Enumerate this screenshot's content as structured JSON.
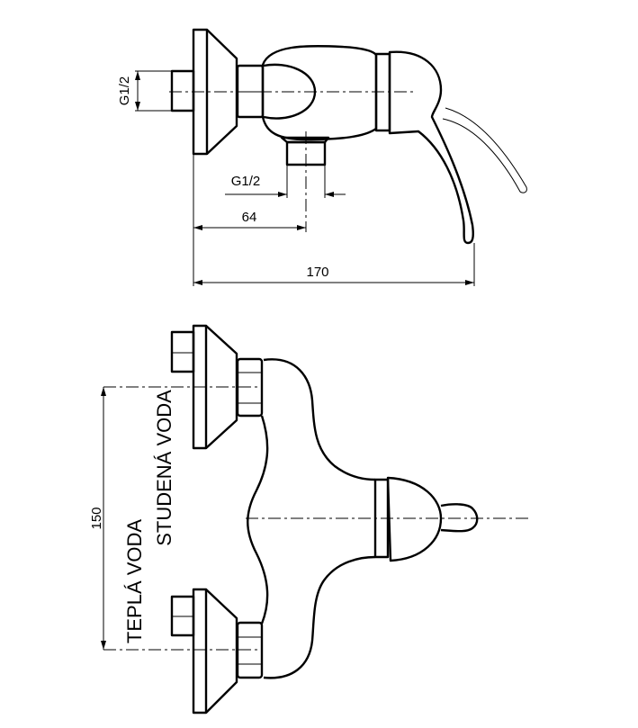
{
  "side_view": {
    "dim_inlet_thread": "G1/2",
    "dim_outlet_thread": "G1/2",
    "dim_outlet_offset": "64",
    "dim_total_depth": "170"
  },
  "front_view": {
    "dim_inlet_spacing": "150",
    "label_hot_water": "TEPLÁ VODA",
    "label_cold_water": "STUDENÁ VODA"
  }
}
